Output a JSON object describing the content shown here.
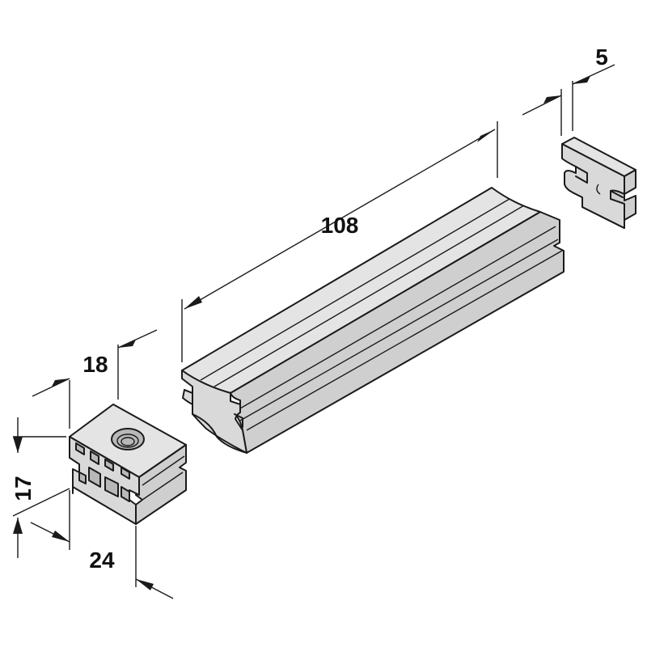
{
  "dimensions": {
    "rail_length": "108",
    "endcap_thickness": "5",
    "connector_depth": "18",
    "connector_height": "17",
    "connector_width": "24"
  }
}
